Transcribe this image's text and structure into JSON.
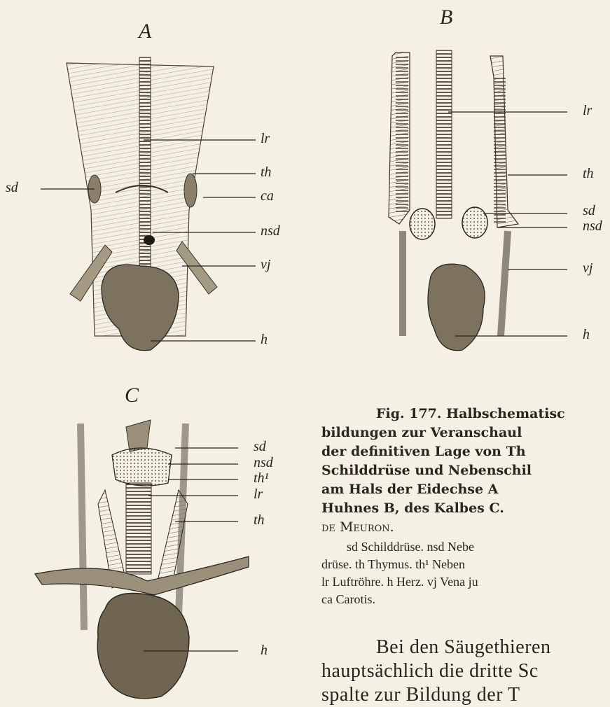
{
  "panels": {
    "a": {
      "letter": "A",
      "labels": {
        "lr": "lr",
        "th": "th",
        "ca": "ca",
        "nsd": "nsd",
        "vj": "vj",
        "h": "h",
        "sd": "sd"
      }
    },
    "b": {
      "letter": "B",
      "labels": {
        "lr": "lr",
        "th": "th",
        "sd": "sd",
        "nsd": "nsd",
        "vj": "vj",
        "h": "h"
      }
    },
    "c": {
      "letter": "C",
      "labels": {
        "sd": "sd",
        "nsd": "nsd",
        "th1": "th¹",
        "lr": "lr",
        "th": "th",
        "h": "h"
      }
    }
  },
  "caption": {
    "title_lines": [
      "Fig. 177. Halbschematisc",
      "bildungen zur Veranschaul",
      "der definitiven Lage von Th",
      "Schilddrüse und Nebenschil",
      "am Hals der Eidechse  A",
      "Huhnes B, des Kalbes C."
    ],
    "author": "de Meuron.",
    "legend_lines": [
      "sd Schilddrüse.  nsd Nebe",
      "drüse.  th Thymus.  th¹ Neben",
      "lr Luftröhre.  h Herz.  vj Vena ju",
      "ca Carotis."
    ]
  },
  "body_text": {
    "lines": [
      "Bei den Säugethieren",
      "hauptsächlich die dritte Sc",
      "spalte zur Bildung der T"
    ]
  }
}
